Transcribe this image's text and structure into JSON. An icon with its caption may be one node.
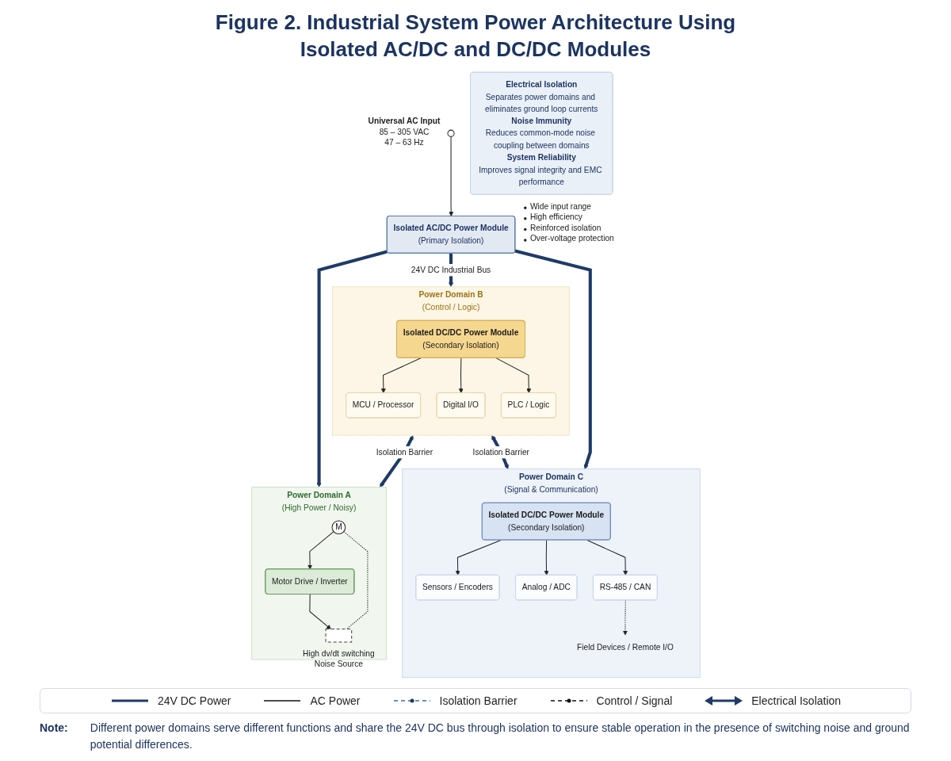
{
  "diagram": {
    "title": "Figure 2. Industrial System Power Architecture Using Isolated AC/DC and DC/DC Modules",
    "nodes": [
      {
        "text": [],
        "shape": "circle",
        "beside": [
          "Universal AC Input",
          "85 – 305 VAC",
          "47 – 63 Hz"
        ]
      },
      {
        "text": [
          "Isolated AC/DC Power Module",
          "(Primary Isolation)"
        ],
        "beside": [
          "Wide input range",
          "High efficiency",
          "Reinforced isolation",
          "Over-voltage protection"
        ]
      },
      {
        "text": [
          "Power Domain A",
          "(High Power / Noisy)"
        ]
      },
      {
        "text": [
          "M"
        ],
        "in": 2
      },
      {
        "text": [
          "Motor Drive / Inverter"
        ],
        "in": 2
      },
      {
        "text": [],
        "shape": "box",
        "in": 2,
        "beside": [
          "High dv/dt switching Noise Source"
        ]
      },
      {
        "text": [
          "Power Domain B",
          "(Control / Logic)"
        ]
      },
      {
        "text": [
          "Isolated DC/DC Power Module",
          "(Secondary Isolation)"
        ],
        "in": 6
      },
      {
        "text": [
          "MCU / Processor"
        ],
        "in": 6
      },
      {
        "text": [
          "Digital I/O"
        ],
        "in": 6
      },
      {
        "text": [
          "PLC / Logic"
        ],
        "in": 6
      },
      {
        "text": [
          "Power Domain C",
          "(Signal & Communication)"
        ]
      },
      {
        "text": [
          "Isolated DC/DC Power Module",
          "(Secondary Isolation)"
        ],
        "in": 11
      },
      {
        "text": [
          "Sensors / Encoders"
        ],
        "in": 11
      },
      {
        "text": [
          "Analog / ADC"
        ],
        "in": 11
      },
      {
        "text": [
          "RS-485 / CAN"
        ],
        "in": 11
      },
      {
        "text": [
          "Field Devices / Remote I/O"
        ],
        "in": 11
      },
      {
        "text": [
          "Electrical Isolation",
          "Separates power domains and eliminates ground loop currents",
          "Noise Immunity",
          "Reduces common-mode noise coupling between domains",
          "System Reliability",
          "Improves signal integrity and EMC performance"
        ]
      }
    ],
    "edges": [
      {
        "from": 0,
        "to": 1,
        "arrow": "to"
      },
      {
        "from": 1,
        "to": 2,
        "arrow": "to",
        "style": "thick",
        "color": "#1f3a68"
      },
      {
        "from": 1,
        "to": 6,
        "arrow": "to",
        "label": "24V DC Industrial Bus",
        "style": "thick",
        "color": "#1f3a68"
      },
      {
        "from": 1,
        "to": 11,
        "arrow": "to",
        "style": "thick",
        "color": "#1f3a68"
      },
      {
        "from": 3,
        "to": 4,
        "arrow": "to"
      },
      {
        "from": 4,
        "to": 5,
        "arrow": "to"
      },
      {
        "from": 3,
        "to": 5,
        "arrow": "none",
        "style": "dashed"
      },
      {
        "from": 7,
        "to": 8,
        "arrow": "to"
      },
      {
        "from": 7,
        "to": 9,
        "arrow": "to"
      },
      {
        "from": 7,
        "to": 10,
        "arrow": "to"
      },
      {
        "from": 12,
        "to": 13,
        "arrow": "to"
      },
      {
        "from": 12,
        "to": 14,
        "arrow": "to"
      },
      {
        "from": 12,
        "to": 15,
        "arrow": "to"
      },
      {
        "from": 15,
        "to": 16,
        "arrow": "to",
        "style": "dashed"
      },
      {
        "from": 6,
        "to": 2,
        "arrow": "both",
        "label": "Isolation Barrier",
        "style": "thick",
        "color": "#1f3a68"
      },
      {
        "from": 6,
        "to": 11,
        "arrow": "both",
        "label": "Isolation Barrier",
        "style": "thick",
        "color": "#1f3a68"
      }
    ],
    "labels": [
      "Note:",
      "Different power domains serve different functions and share the 24V DC bus through isolation to ensure stable operation in the presence of switching noise and ground potential differences."
    ],
    "legend": [
      {
        "text": "24V DC Power"
      },
      {
        "text": "AC Power"
      },
      {
        "text": "Isolation Barrier"
      },
      {
        "text": "Control / Signal"
      },
      {
        "text": "Electrical Isolation"
      }
    ]
  }
}
